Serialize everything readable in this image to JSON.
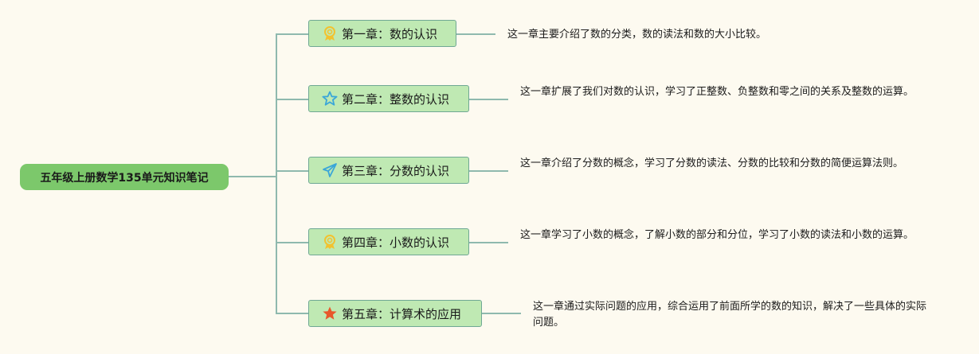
{
  "root": {
    "title": "五年级上册数学135单元知识笔记"
  },
  "chapters": [
    {
      "label": "第一章：数的认识",
      "icon": "medal-icon",
      "description": "这一章主要介绍了数的分类，数的读法和数的大小比较。"
    },
    {
      "label": "第二章：整数的认识",
      "icon": "star-outline-icon",
      "description": "这一章扩展了我们对数的认识，学习了正整数、负整数和零之间的关系及整数的运算。"
    },
    {
      "label": "第三章：分数的认识",
      "icon": "paper-plane-icon",
      "description": "这一章介绍了分数的概念，学习了分数的读法、分数的比较和分数的简便运算法则。"
    },
    {
      "label": "第四章：小数的认识",
      "icon": "medal-icon",
      "description": "这一章学习了小数的概念，了解小数的部分和分位，学习了小数的读法和小数的运算。"
    },
    {
      "label": "第五章：计算术的应用",
      "icon": "star-filled-icon",
      "description": "这一章通过实际问题的应用，综合运用了前面所学的数的知识，解决了一些具体的实际问题。"
    }
  ],
  "colors": {
    "root": "#7cc86b",
    "node": "#bfe9b3",
    "line": "#8fb9ae",
    "medal": "#f2c230",
    "star_outline": "#3aa6d8",
    "star_filled": "#e8582b"
  }
}
